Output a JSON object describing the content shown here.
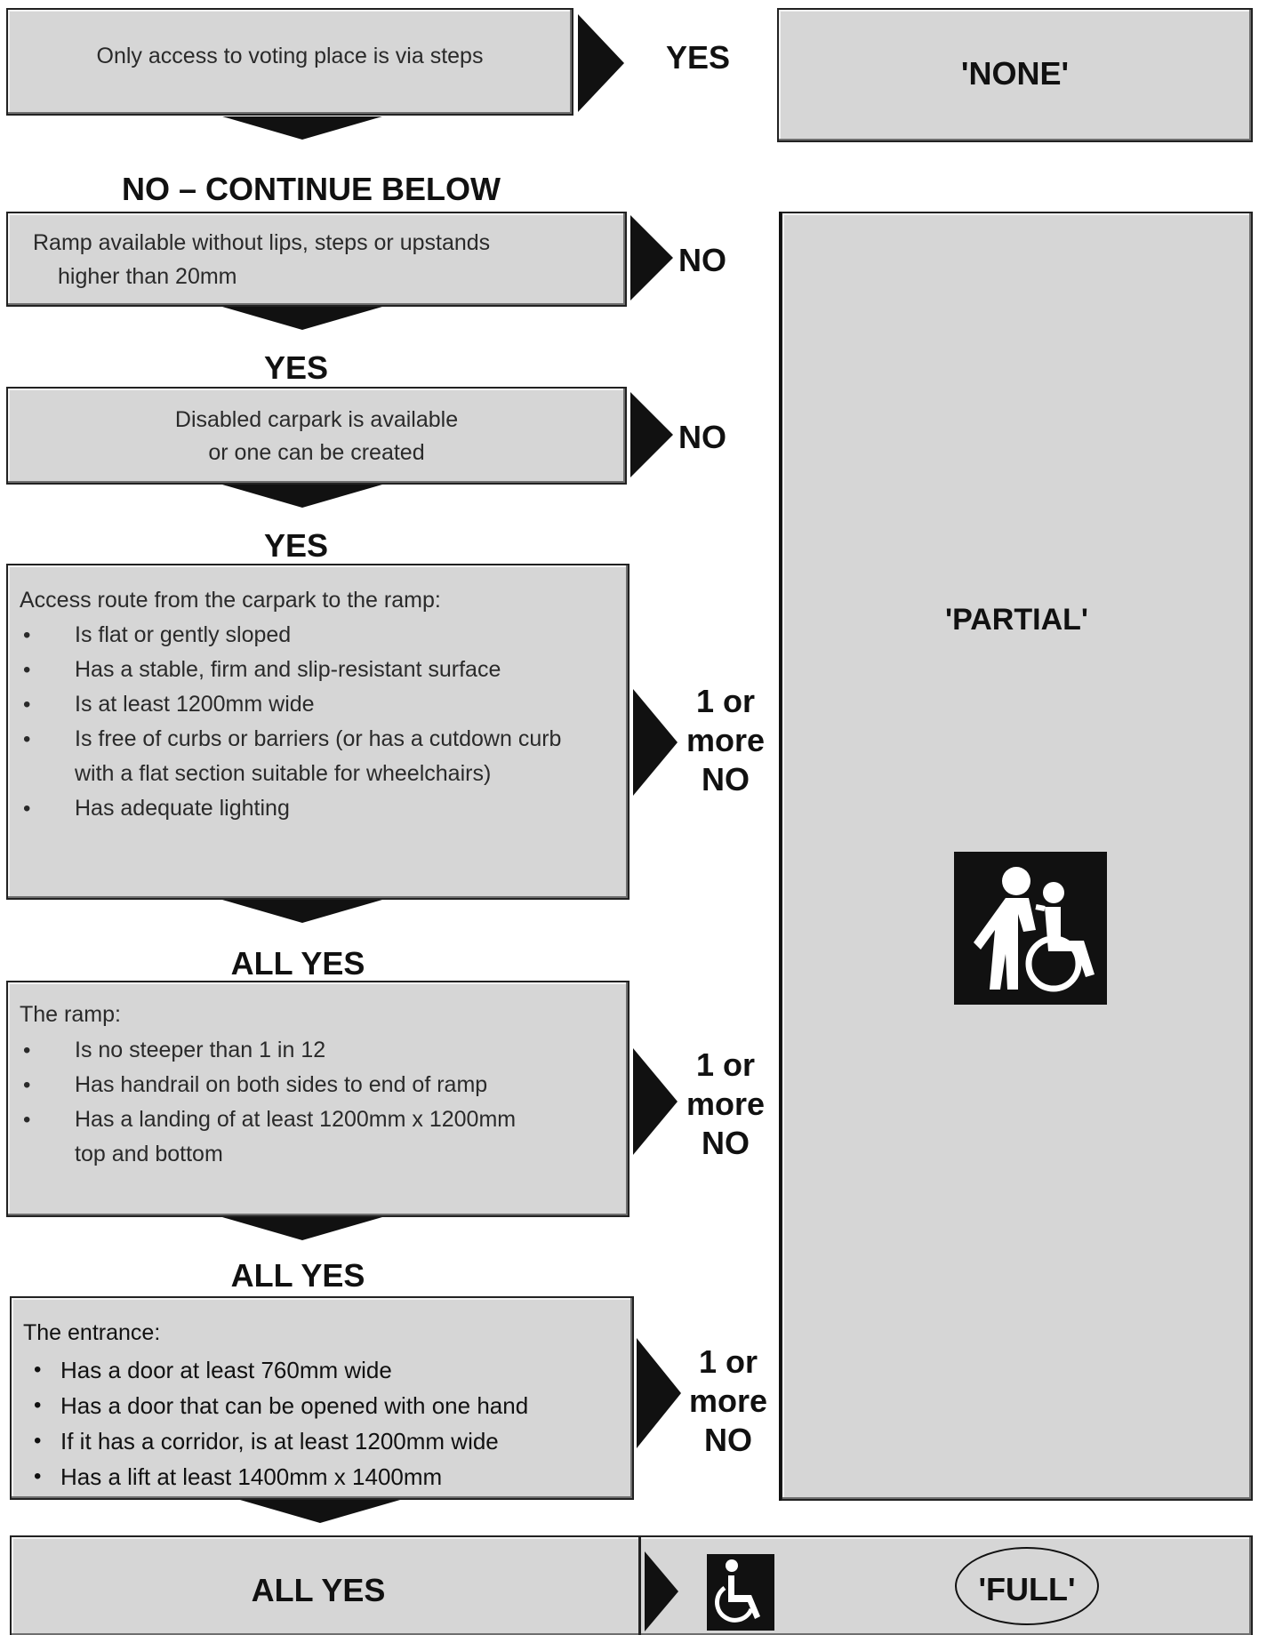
{
  "step1": {
    "text": "Only access to voting place is via steps",
    "yes_label": "YES"
  },
  "results": {
    "none": "'NONE'",
    "partial": "'PARTIAL'",
    "full": "'FULL'"
  },
  "continue_label": "NO – CONTINUE BELOW",
  "step2": {
    "line1": "Ramp available without lips, steps or upstands",
    "line2": "higher than 20mm",
    "branch": "NO"
  },
  "yes_label_2": "YES",
  "step3": {
    "line1": "Disabled carpark is available",
    "line2": "or one can be created",
    "branch": "NO"
  },
  "yes_label_3": "YES",
  "step4": {
    "intro": "Access route from the carpark to the ramp:",
    "items": [
      "Is flat or gently sloped",
      "Has a stable, firm and slip-resistant surface",
      "Is at least 1200mm wide",
      "Is free of curbs or barriers (or has a cutdown curb with a flat section suitable for wheelchairs)",
      "Has adequate lighting"
    ],
    "branch": [
      "1 or",
      "more",
      "NO"
    ]
  },
  "all_yes_4": "ALL YES",
  "step5": {
    "intro": "The ramp:",
    "items": [
      "Is no steeper than 1 in 12",
      "Has handrail on both sides to end of ramp",
      "Has a landing of at least 1200mm x 1200mm top and bottom"
    ],
    "branch": [
      "1 or",
      "more",
      "NO"
    ]
  },
  "all_yes_5": "ALL YES",
  "step6": {
    "intro": "The entrance:",
    "items": [
      "Has a door at least 760mm wide",
      "Has a door that can be opened with one hand",
      "If it has a corridor, is at least 1200mm wide",
      "Has a lift at least 1400mm x 1400mm"
    ],
    "branch": [
      "1 or",
      "more",
      "NO"
    ]
  },
  "final": {
    "label": "ALL YES"
  },
  "icons": {
    "partial_icon": "assisted-wheelchair-icon",
    "full_icon": "wheelchair-icon"
  },
  "colors": {
    "box_fill": "#d6d6d6",
    "border": "#222222",
    "arrow": "#111111"
  }
}
